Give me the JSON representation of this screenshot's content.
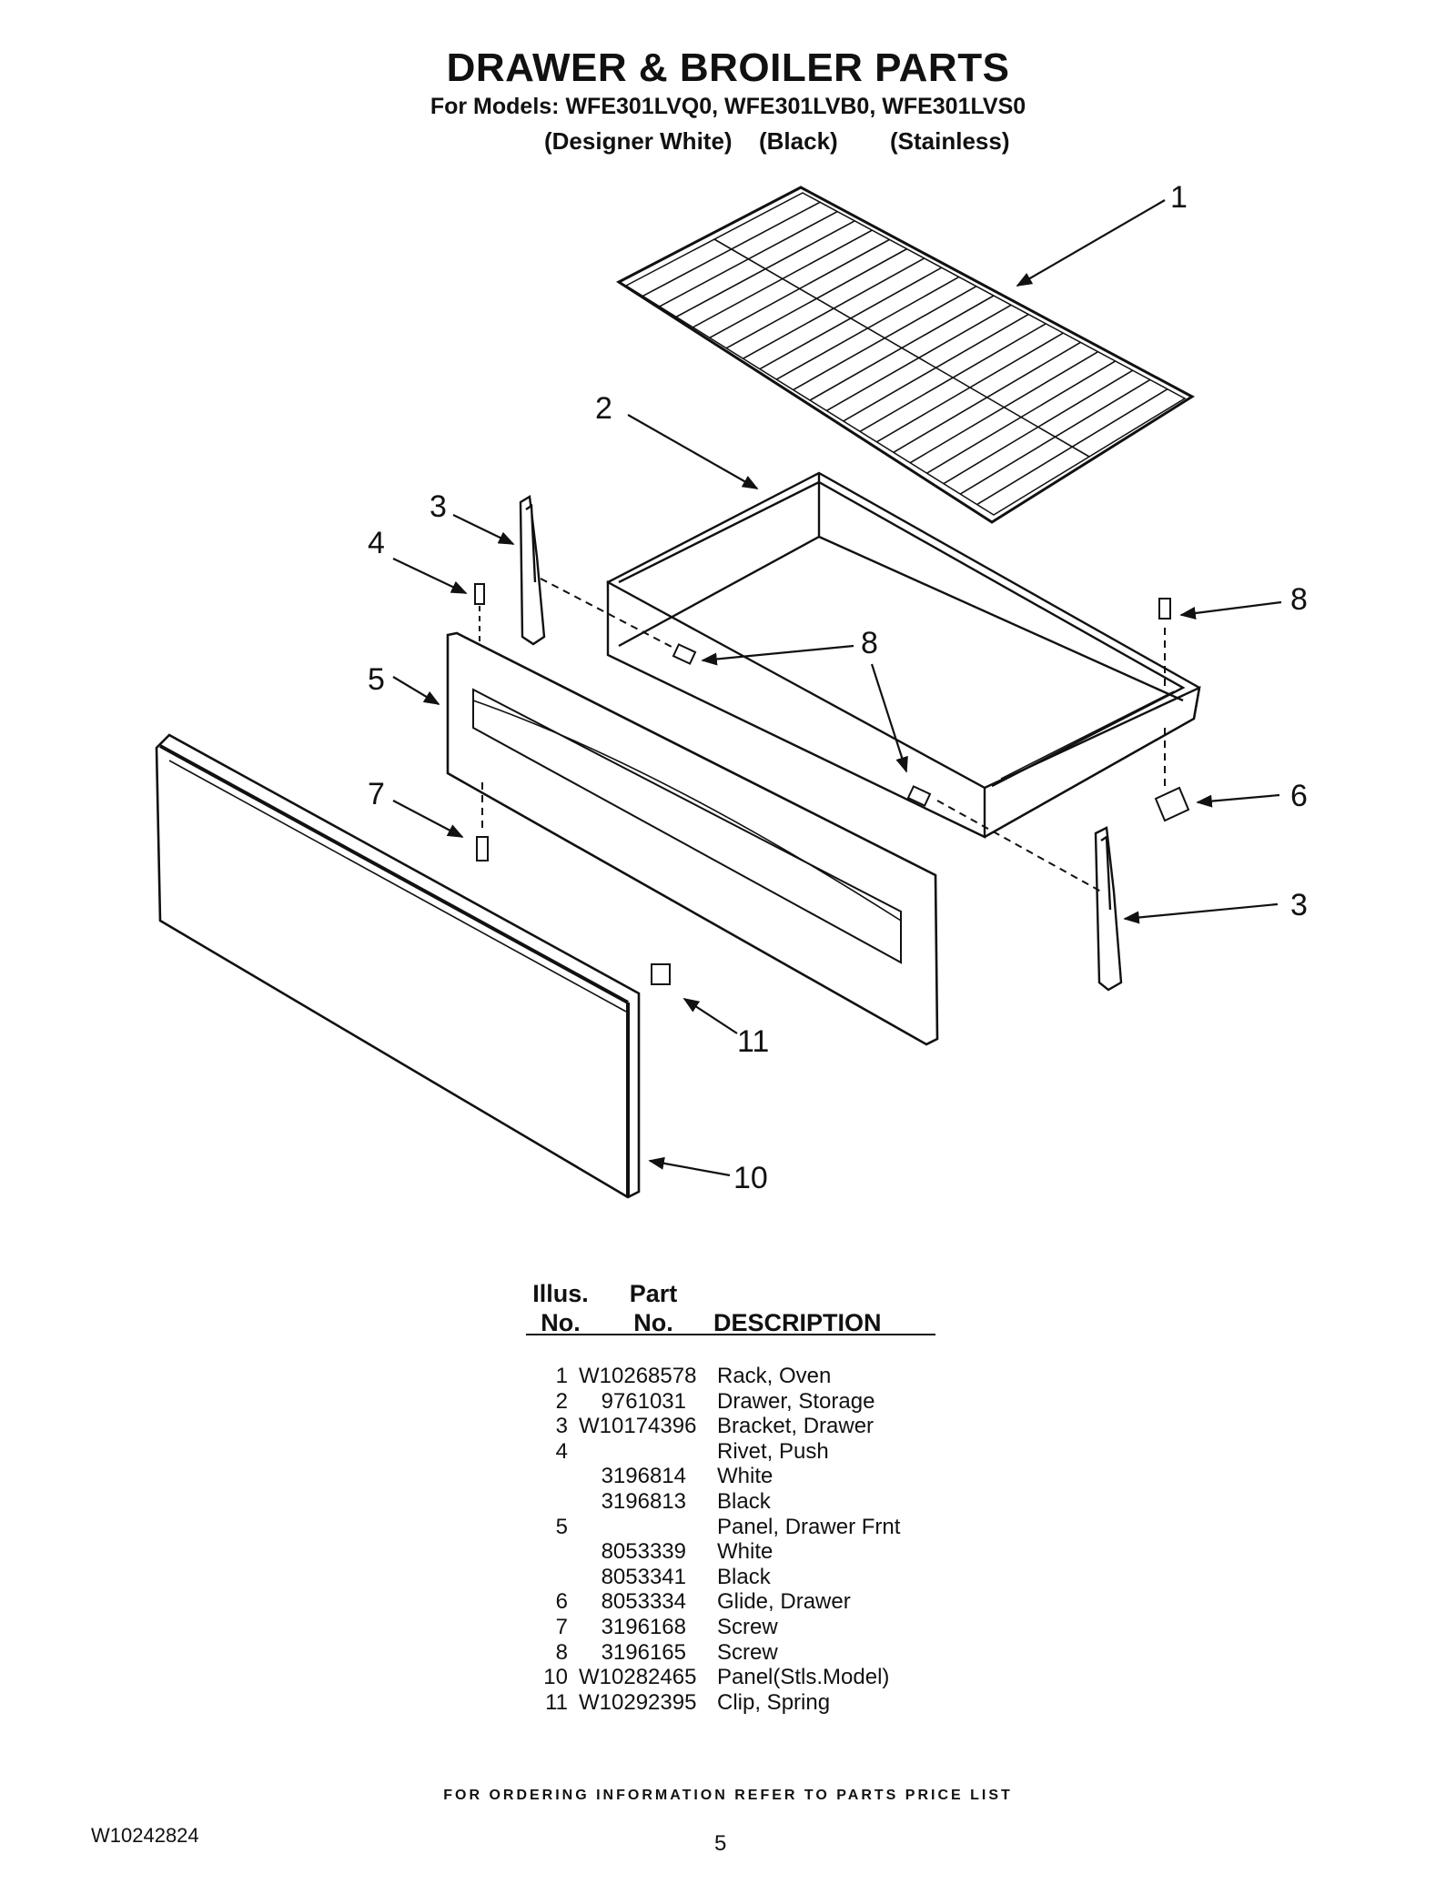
{
  "header": {
    "title": "DRAWER & BROILER PARTS",
    "models": "For Models: WFE301LVQ0, WFE301LVB0, WFE301LVS0",
    "variants": [
      "(Designer White)",
      "(Black)",
      "(Stainless)"
    ]
  },
  "diagram": {
    "callouts": [
      "1",
      "2",
      "3",
      "4",
      "5",
      "7",
      "8",
      "8",
      "6",
      "3",
      "11",
      "10"
    ]
  },
  "table": {
    "col_illus": [
      "Illus.",
      "No."
    ],
    "col_part": [
      "Part",
      "No."
    ],
    "col_desc": "DESCRIPTION",
    "rows": [
      {
        "illus": "1",
        "part": "W10268578",
        "desc": "Rack, Oven"
      },
      {
        "illus": "2",
        "part": "9761031",
        "desc": "Drawer, Storage"
      },
      {
        "illus": "3",
        "part": "W10174396",
        "desc": "Bracket, Drawer"
      },
      {
        "illus": "4",
        "part": "",
        "desc": "Rivet, Push"
      },
      {
        "illus": "",
        "part": "3196814",
        "desc": "White"
      },
      {
        "illus": "",
        "part": "3196813",
        "desc": "Black"
      },
      {
        "illus": "5",
        "part": "",
        "desc": "Panel, Drawer Frnt"
      },
      {
        "illus": "",
        "part": "8053339",
        "desc": "White"
      },
      {
        "illus": "",
        "part": "8053341",
        "desc": "Black"
      },
      {
        "illus": "6",
        "part": "8053334",
        "desc": "Glide, Drawer"
      },
      {
        "illus": "7",
        "part": "3196168",
        "desc": "Screw"
      },
      {
        "illus": "8",
        "part": "3196165",
        "desc": "Screw"
      },
      {
        "illus": "10",
        "part": "W10282465",
        "desc": "Panel(Stls.Model)"
      },
      {
        "illus": "11",
        "part": "W10292395",
        "desc": "Clip, Spring"
      }
    ]
  },
  "footer": {
    "note": "FOR ORDERING INFORMATION REFER TO PARTS PRICE LIST",
    "doc_number": "W10242824",
    "page": "5"
  }
}
